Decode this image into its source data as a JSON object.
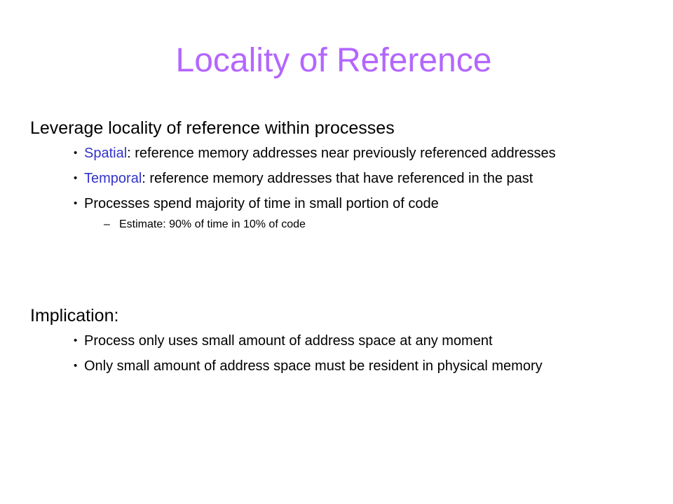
{
  "slide": {
    "title": "Locality of Reference",
    "sections": [
      {
        "heading": "Leverage locality of reference within processes",
        "bullets": [
          {
            "term": "Spatial",
            "text": ": reference memory addresses near previously referenced addresses"
          },
          {
            "term": "Temporal",
            "text": ": reference memory addresses that have referenced in the past"
          },
          {
            "text": "Processes spend majority of time in small portion of code"
          }
        ],
        "sub_bullets": [
          {
            "text": "Estimate: 90% of time in 10% of code"
          }
        ]
      },
      {
        "heading": "Implication:",
        "bullets": [
          {
            "text": "Process only uses small amount of address space at any moment"
          },
          {
            "text": "Only small amount of address space must be resident in physical memory"
          }
        ]
      }
    ],
    "bullet_glyph": "•",
    "sub_bullet_glyph": "–",
    "colors": {
      "title": "#b366ff",
      "term": "#3333cc",
      "text": "#000000",
      "background": "#ffffff"
    }
  }
}
